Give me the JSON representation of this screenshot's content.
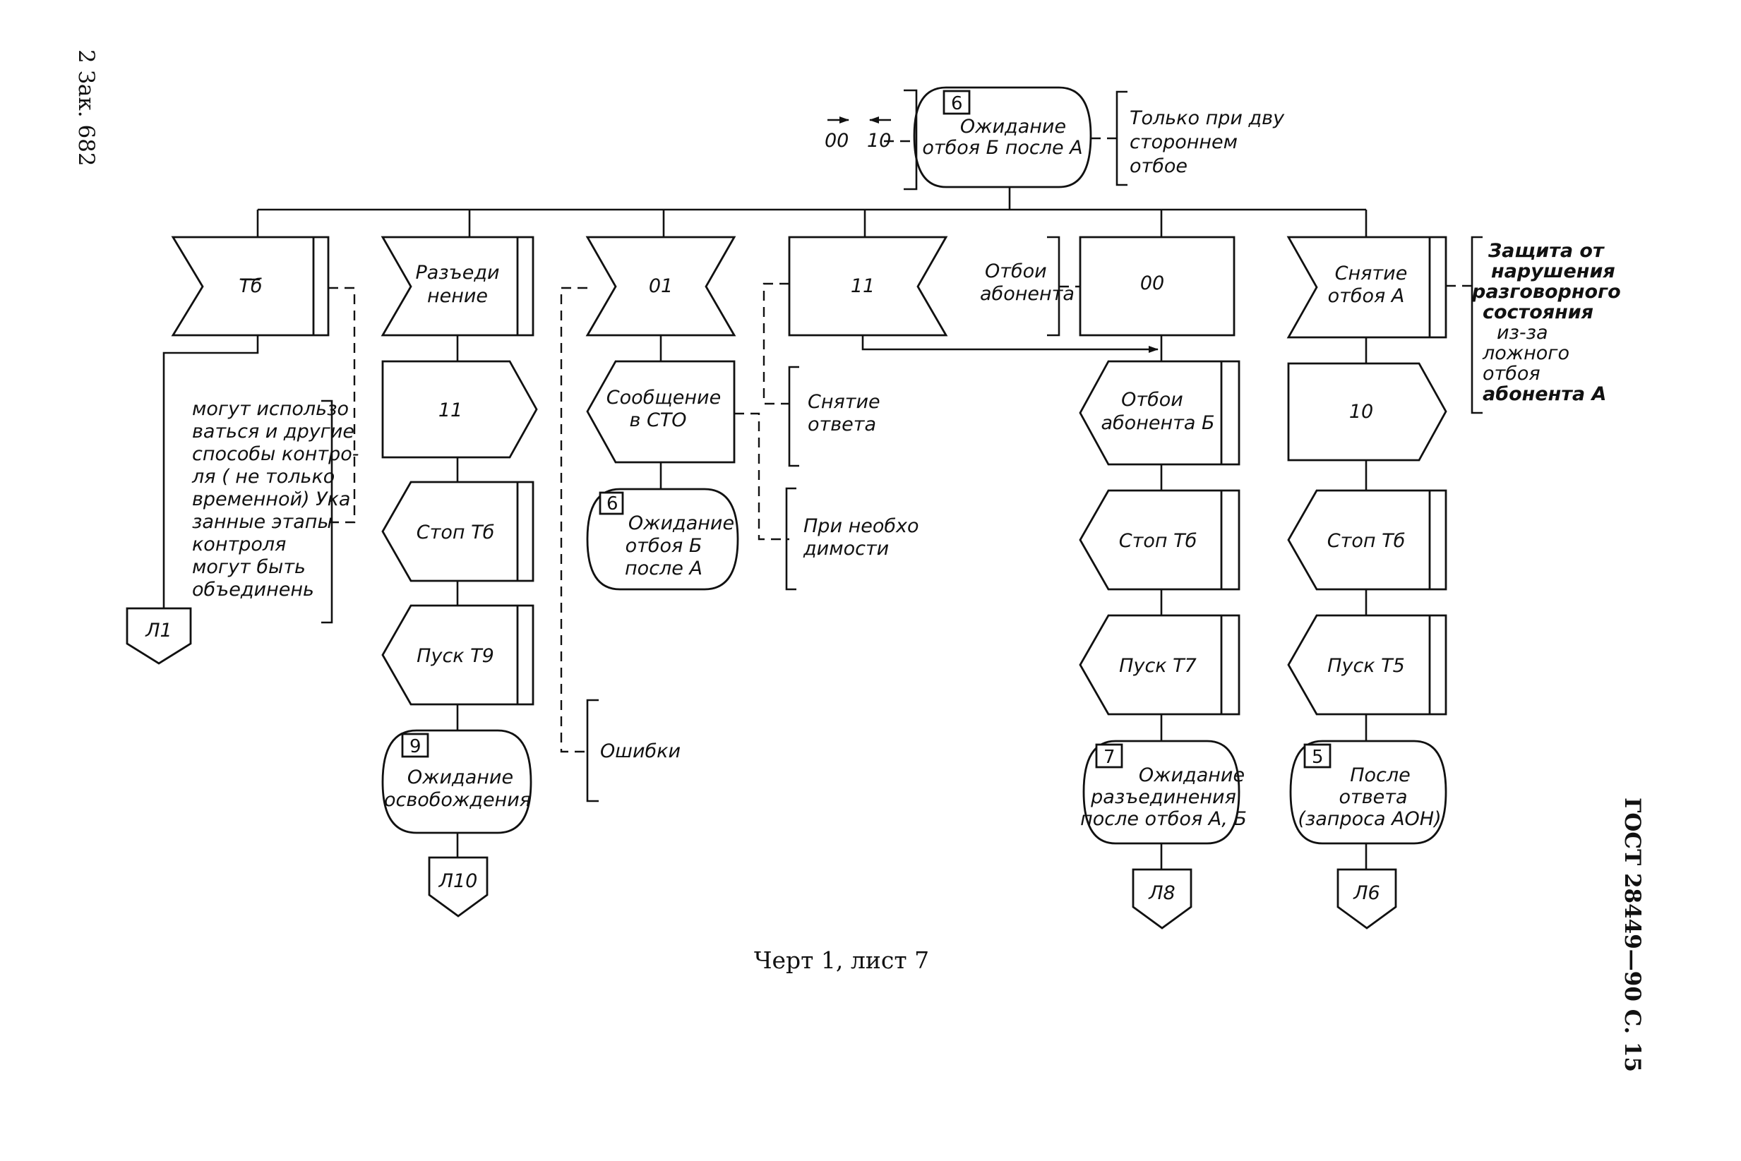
{
  "page_side_left": "2 Зак. 682",
  "page_side_right": "ГОСТ 28449—90 С. 15",
  "caption": "Черт 1, лист 7",
  "top_state": {
    "num": "6",
    "lines": [
      "Ожидание",
      "отбоя Б после А"
    ]
  },
  "top_left_signals": [
    "00",
    "10"
  ],
  "top_note": [
    "Только при дву",
    "стороннем",
    "отбое"
  ],
  "col1": {
    "input": "Тб",
    "note": [
      "могут использо",
      "ваться и другие",
      "способы контро-",
      "ля ( не только",
      "временной) Ука",
      "занные этапы",
      "контроля",
      "могут быть",
      "объединень"
    ],
    "connector": "Л1"
  },
  "col2": {
    "input": [
      "Разъеди",
      "нение"
    ],
    "output": "11",
    "task1": "Стоп Тб",
    "task2": "Пуск Т9",
    "state": {
      "num": "9",
      "lines": [
        "Ожидание",
        "освобождения"
      ]
    },
    "connector": "Л10"
  },
  "col3": {
    "input": "01",
    "output": [
      "Сообщение",
      "в СТО"
    ],
    "state": {
      "num": "6",
      "lines": [
        "Ожидание",
        "отбоя Б",
        "после А"
      ]
    },
    "note_answer": [
      "Снятие",
      "ответа"
    ],
    "note_need": [
      "При необхо",
      "димости"
    ],
    "note_error": "Ошибки"
  },
  "col4": {
    "input": "11",
    "note": [
      "Отбои",
      "абонента Б"
    ]
  },
  "col5": {
    "input": "00",
    "output": [
      "Отбои",
      "абонента Б"
    ],
    "task1": "Стоп Тб",
    "task2": "Пуск Т7",
    "state": {
      "num": "7",
      "lines": [
        "Ожидание",
        "разъединения",
        "после отбоя А, Б"
      ]
    },
    "connector": "Л8"
  },
  "col6": {
    "input": [
      "Снятие",
      "отбоя А"
    ],
    "output": "10",
    "task1": "Стоп Тб",
    "task2": "Пуск Т5",
    "state": {
      "num": "5",
      "lines": [
        "После",
        "ответа",
        "(запроса АОН)"
      ]
    },
    "connector": "Л6",
    "note": [
      "Защита от",
      "нарушения",
      "разговорного",
      "состояния",
      "из-за",
      "ложного",
      "отбоя",
      "абонента А"
    ]
  }
}
